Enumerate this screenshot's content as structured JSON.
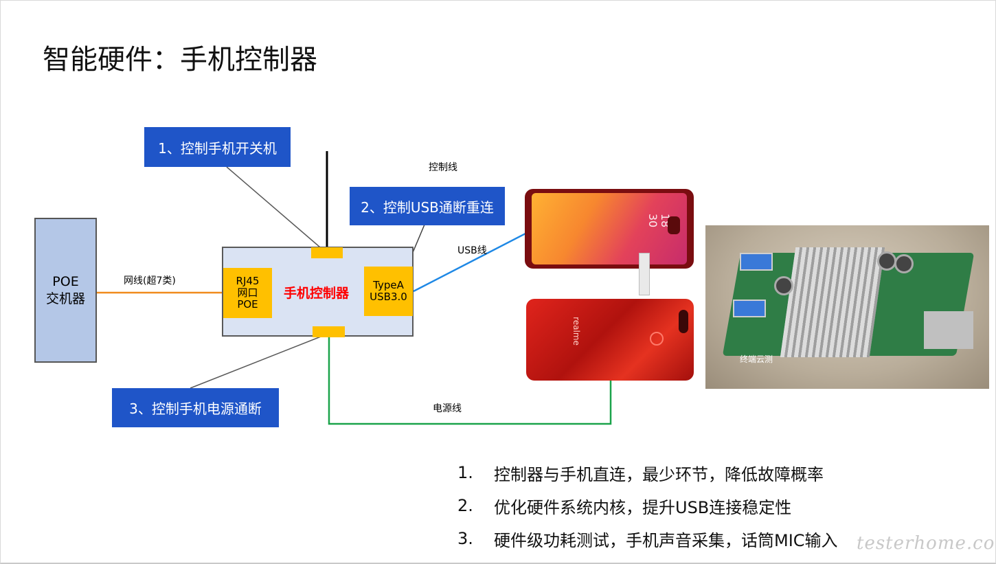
{
  "title": "智能硬件：手机控制器",
  "callouts": {
    "c1": "1、控制手机开关机",
    "c2": "2、控制USB通断重连",
    "c3": "3、控制手机电源通断"
  },
  "poe_switch": {
    "line1": "POE",
    "line2": "交机器"
  },
  "controller": {
    "label": "手机控制器",
    "rj45": {
      "l1": "RJ45",
      "l2": "网口",
      "l3": "POE"
    },
    "typea": {
      "l1": "TypeA",
      "l2": "USB3.0"
    }
  },
  "line_labels": {
    "network": "网线(超7类)",
    "control": "控制线",
    "usb": "USB线",
    "power": "电源线"
  },
  "phone": {
    "clock_hour": "18",
    "clock_min": "30",
    "brand": "realme"
  },
  "board": {
    "brand": "终端云测"
  },
  "points": [
    {
      "num": "1.",
      "text": "控制器与手机直连，最少环节，降低故障概率"
    },
    {
      "num": "2.",
      "text": "优化硬件系统内核，提升USB连接稳定性"
    },
    {
      "num": "3.",
      "text": "硬件级功耗测试，手机声音采集，话筒MIC输入"
    }
  ],
  "watermark": "testerhome.com",
  "colors": {
    "callout_bg": "#1f55c8",
    "port": "#ffc000",
    "controller_bg": "#dae3f3",
    "poe_bg": "#b4c7e7",
    "net_line": "#f08a1c",
    "usb_line": "#1e88e5",
    "power_line": "#1aa34a",
    "controller_text": "#ff0000"
  }
}
